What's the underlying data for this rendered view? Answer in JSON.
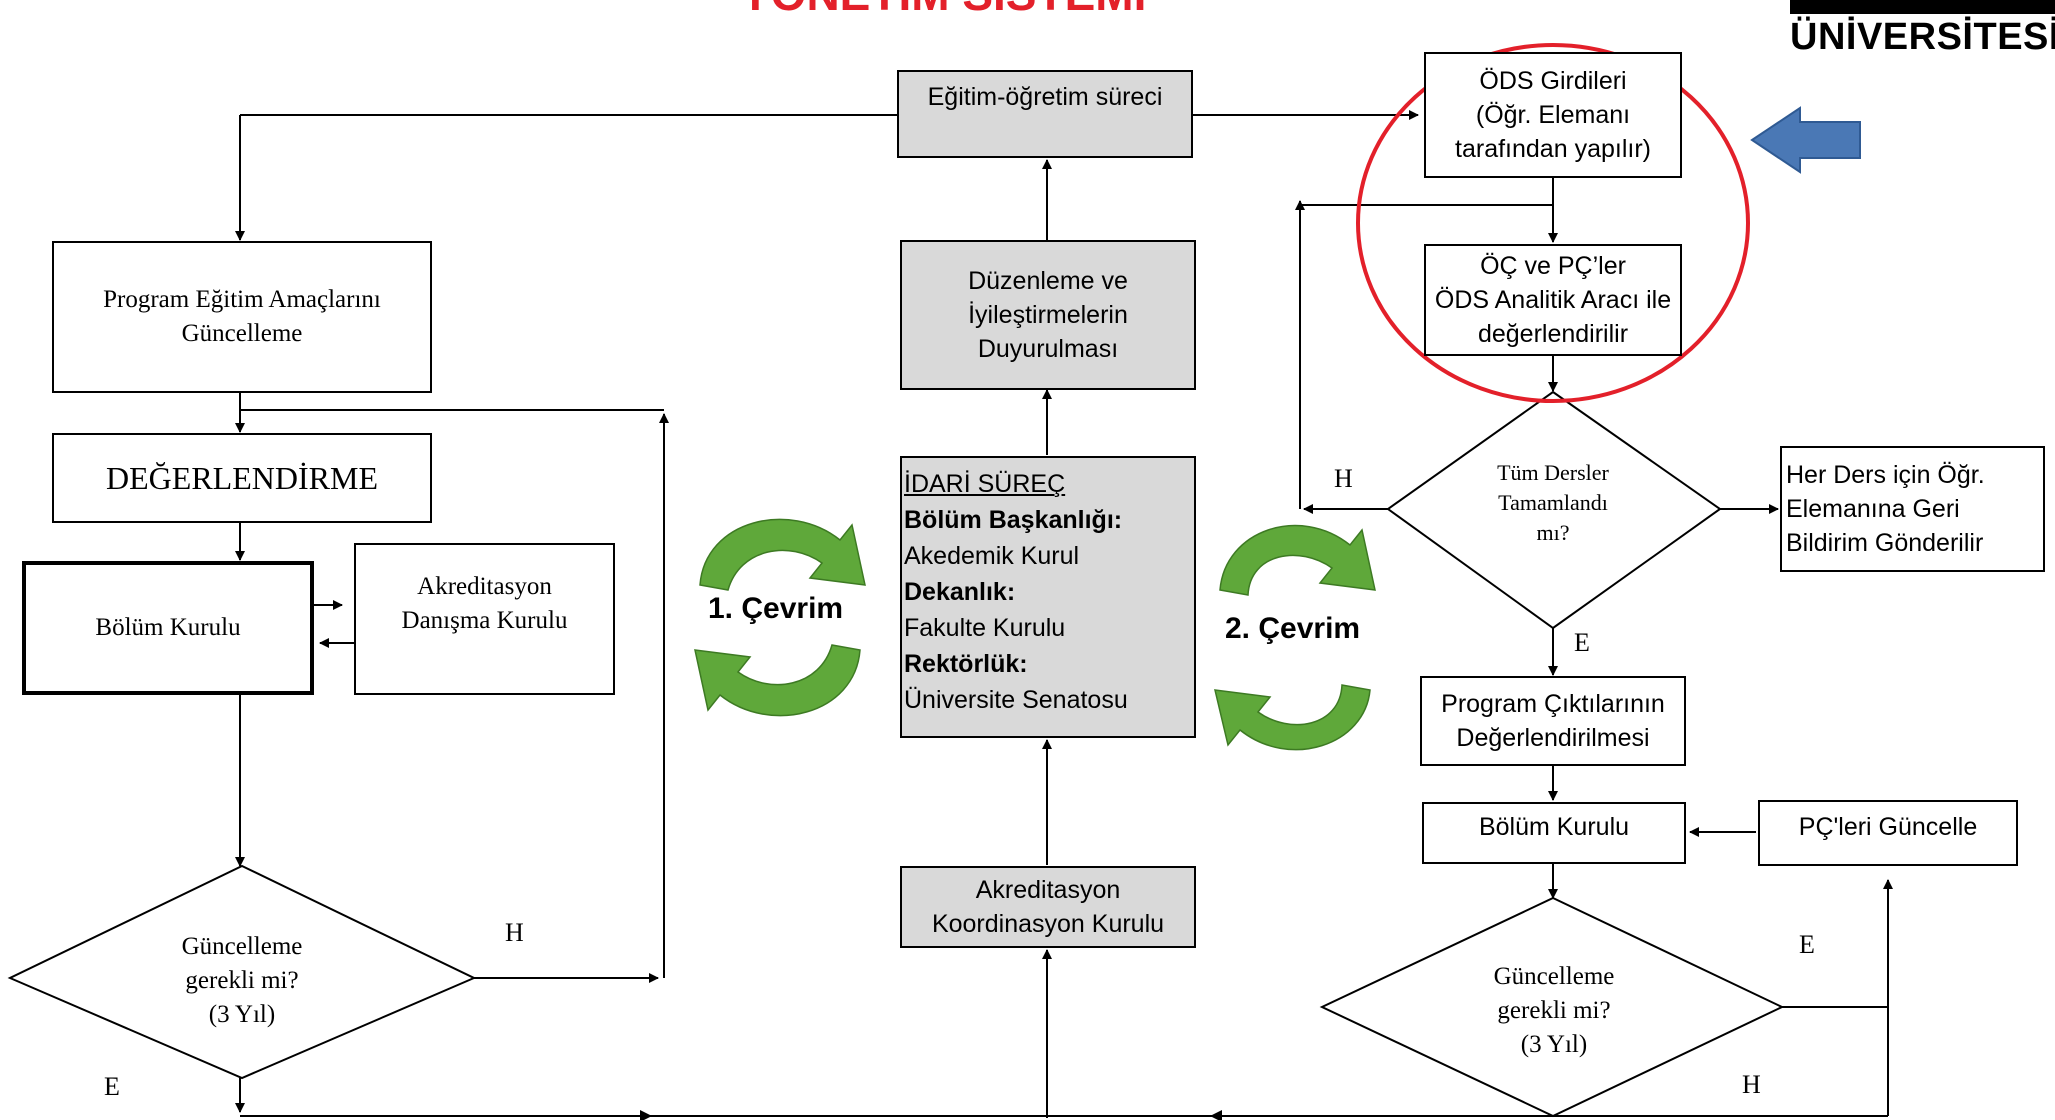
{
  "header": {
    "title_fragment": "YÖNETİM SİSTEMİ",
    "logo_text": "ÜNİVERSİTESİ",
    "title_color": "#e3202a"
  },
  "left": {
    "program_box": [
      "Program Eğitim Amaçlarını",
      "Güncelleme"
    ],
    "degerlendirme": "DEĞERLENDİRME",
    "bolum_kurulu": "Bölüm Kurulu",
    "akreditasyon_danisma": [
      "Akreditasyon",
      "Danışma Kurulu"
    ],
    "decision": [
      "Güncelleme",
      "gerekli mi?",
      "(3 Yıl)"
    ],
    "yes_label": "E",
    "no_label": "H"
  },
  "center": {
    "egitim": "Eğitim-öğretim süreci",
    "duzenleme": [
      "Düzenleme ve",
      "İyileştirmelerin",
      "Duyurulması"
    ],
    "idari": {
      "heading": "İDARİ SÜREÇ",
      "lines": [
        {
          "text": "Bölüm Başkanlığı:",
          "bold": true
        },
        {
          "text": "Akedemik Kurul",
          "bold": false
        },
        {
          "text": "Dekanlık:",
          "bold": true
        },
        {
          "text": "Fakulte Kurulu",
          "bold": false
        },
        {
          "text": "Rektörlük:",
          "bold": true
        },
        {
          "text": "Üniversite Senatosu",
          "bold": false
        }
      ]
    },
    "akreditasyon_koordinasyon": [
      "Akreditasyon",
      "Koordinasyon Kurulu"
    ],
    "cycle1": "1. Çevrim",
    "cycle2": "2. Çevrim"
  },
  "right": {
    "ods_girdileri": [
      "ÖDS Girdileri",
      "(Öğr. Elemanı",
      "tarafından yapılır)"
    ],
    "oc_pc": [
      "ÖÇ ve PÇ’ler",
      "ÖDS Analitik Aracı ile",
      "değerlendirilir"
    ],
    "tum_dersler": [
      "Tüm Dersler",
      "Tamamlandı",
      "mı?"
    ],
    "geri_bildirim": [
      "Her Ders için Öğr.",
      "Elemanına Geri",
      "Bildirim Gönderilir"
    ],
    "program_ciktilari": [
      "Program Çıktılarının",
      "Değerlendirilmesi"
    ],
    "bolum_kurulu": "Bölüm Kurulu",
    "pc_guncelle": "PÇ'leri Güncelle",
    "decision": [
      "Güncelleme",
      "gerekli mi?",
      "(3 Yıl)"
    ],
    "h_label_top": "H",
    "e_label_mid": "E",
    "e_label_right": "E",
    "h_label_bottom": "H"
  },
  "colors": {
    "highlight_circle": "#e3202a",
    "cycle_arrow": "#5fa83a",
    "pointer_arrow": "#4a78b5",
    "gray_box": "#d9d9d9"
  }
}
